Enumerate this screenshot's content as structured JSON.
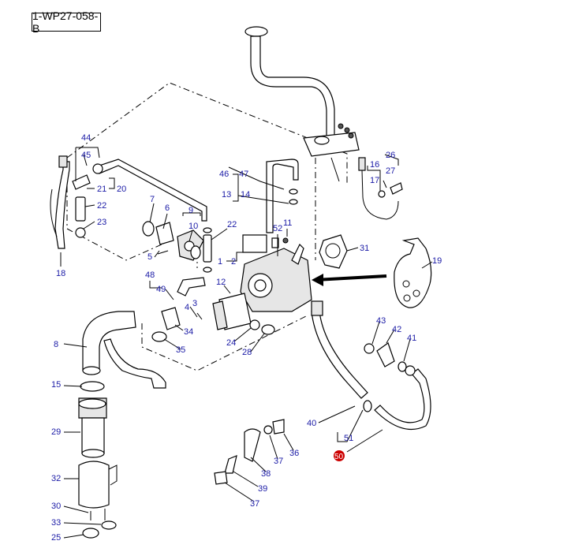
{
  "figure": {
    "reference": "1-WP27-058-B",
    "highlight_color": "#cc0000",
    "callout_color": "#1a1aa6"
  },
  "callouts": {
    "c1": "1",
    "c2": "2",
    "c3": "3",
    "c4": "4",
    "c5": "5",
    "c6": "6",
    "c7": "7",
    "c8": "8",
    "c9": "9",
    "c10": "10",
    "c11": "11",
    "c12": "12",
    "c13": "13",
    "c14": "14",
    "c15": "15",
    "c16": "16",
    "c17": "17",
    "c18": "18",
    "c19": "19",
    "c20": "20",
    "c21": "21",
    "c22a": "22",
    "c22b": "22",
    "c23": "23",
    "c24": "24",
    "c25": "25",
    "c26": "26",
    "c27": "27",
    "c28": "28",
    "c29": "29",
    "c30": "30",
    "c31": "31",
    "c32": "32",
    "c33": "33",
    "c34": "34",
    "c35": "35",
    "c36": "36",
    "c37a": "37",
    "c37b": "37",
    "c38": "38",
    "c39": "39",
    "c40": "40",
    "c41": "41",
    "c42": "42",
    "c43": "43",
    "c44": "44",
    "c45": "45",
    "c46": "46",
    "c47": "47",
    "c48": "48",
    "c49": "49",
    "c50": "50",
    "c51": "51",
    "c52": "52"
  }
}
